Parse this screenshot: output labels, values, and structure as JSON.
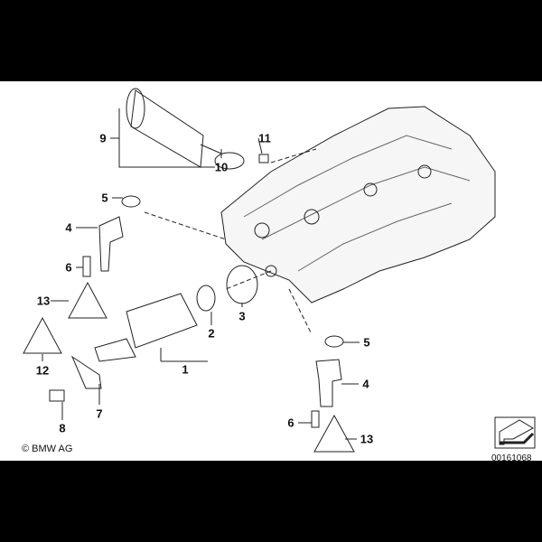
{
  "diagram": {
    "copyright": "© BMW AG",
    "image_code": "00161068",
    "callouts": [
      "9",
      "10",
      "11",
      "5",
      "4",
      "6",
      "13",
      "3",
      "2",
      "1",
      "12",
      "7",
      "8",
      "5",
      "4",
      "6",
      "13"
    ]
  },
  "colors": {
    "line": "#222222",
    "background": "#ffffff",
    "frame": "#000000"
  }
}
